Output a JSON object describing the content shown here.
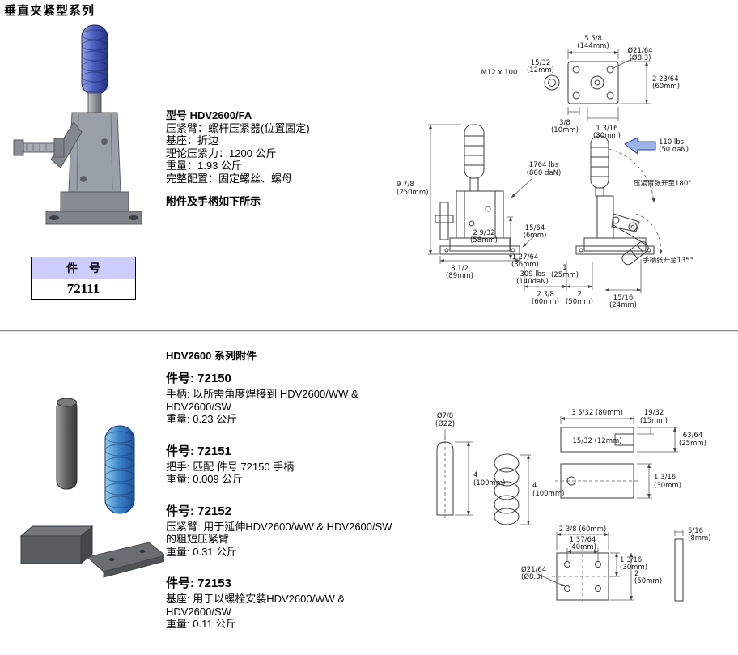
{
  "header": {
    "title": "垂直夹紧型系列"
  },
  "product": {
    "model": "型号 HDV2600/FA",
    "spec_lines": [
      "压紧臂：螺杆压紧器(位置固定)",
      "基座：折边",
      "理论压紧力：1200 公斤",
      "重量：1.93 公斤",
      "完整配置：固定螺丝、螺母"
    ],
    "note": "附件及手柄如下所示"
  },
  "part_table": {
    "header": "件　号",
    "value": "72111"
  },
  "main_drawing": {
    "top_view": {
      "width": "5 5/8",
      "width_mm": "(144mm)",
      "slot": "15/32",
      "slot_mm": "(12mm)",
      "thread": "M12 x 100",
      "hole": "Ø21/64",
      "hole_mm": "(Ø8.3)",
      "height": "2 23/64",
      "height_mm": "(60mm)",
      "off1": "3/8",
      "off1_mm": "(10mm)",
      "off2": "1 3/16",
      "off2_mm": "(30mm)"
    },
    "front_view": {
      "height": "9 7/8",
      "height_mm": "(250mm)",
      "force": "1764 lbs",
      "force_mm": "(800 daN)",
      "base_h": "2 9/32",
      "base_h_mm": "(58mm)",
      "plate": "15/64",
      "plate_mm": "(6mm)",
      "base_w": "3 1/2",
      "base_w_mm": "(89mm)"
    },
    "side_view": {
      "handle_force": "110 lbs",
      "handle_force_mm": "(50 daN)",
      "arm_open": "压紧臂张开至180°",
      "handle_open": "手柄张开至135°",
      "dim_a": "1 27/64",
      "dim_a_mm": "(36mm)",
      "dim_b": "1",
      "dim_b_mm": "(25mm)",
      "push_force": "309 lbs",
      "push_force_mm": "(140daN)",
      "dim_c": "2 3/8",
      "dim_c_mm": "(60mm)",
      "dim_d": "2",
      "dim_d_mm": "(50mm)",
      "dim_e": "15/16",
      "dim_e_mm": "(24mm)"
    }
  },
  "accessories": {
    "title": "HDV2600 系列附件",
    "items": [
      {
        "part": "件号: 72150",
        "desc": "手柄: 以所需角度焊接到 HDV2600/WW & HDV2600/SW",
        "weight": "重量: 0.23 公斤"
      },
      {
        "part": "件号: 72151",
        "desc": "把手: 匹配 件号 72150 手柄",
        "weight": "重量: 0.009 公斤"
      },
      {
        "part": "件号: 72152",
        "desc": "压紧臂: 用于延伸HDV2600/WW & HDV2600/SW的粗短压紧臂",
        "weight": "重量: 0.31 公斤"
      },
      {
        "part": "件号: 72153",
        "desc": "基座: 用于以螺栓安装HDV2600/WW & HDV2600/SW",
        "weight": "重量: 0.11 公斤"
      }
    ]
  },
  "acc_drawing": {
    "handle": {
      "dia": "Ø7/8",
      "dia_mm": "(Ø22)",
      "len": "4",
      "len_mm": "(100mm)"
    },
    "grip": {
      "len": "4",
      "len_mm": "(100mm)"
    },
    "arm": {
      "w": "3 5/32 (80mm)",
      "d1": "19/32",
      "d1_mm": "(15mm)",
      "d2": "15/32 (12mm)",
      "d3": "63/64",
      "d3_mm": "(25mm)",
      "d4": "1 3/16",
      "d4_mm": "(30mm)"
    },
    "base": {
      "w": "2 3/8 (60mm)",
      "w2": "1 37/64",
      "w2_mm": "(40mm)",
      "h": "1 3/16",
      "h_mm": "(30mm)",
      "t": "5/16",
      "t_mm": "(8mm)",
      "hole": "Ø21/64",
      "hole_mm": "(Ø8.3)",
      "h2": "2",
      "h2_mm": "(50mm)"
    }
  },
  "colors": {
    "accent_blue": "#3a56b4",
    "table_header_bg": "#ccccff"
  }
}
